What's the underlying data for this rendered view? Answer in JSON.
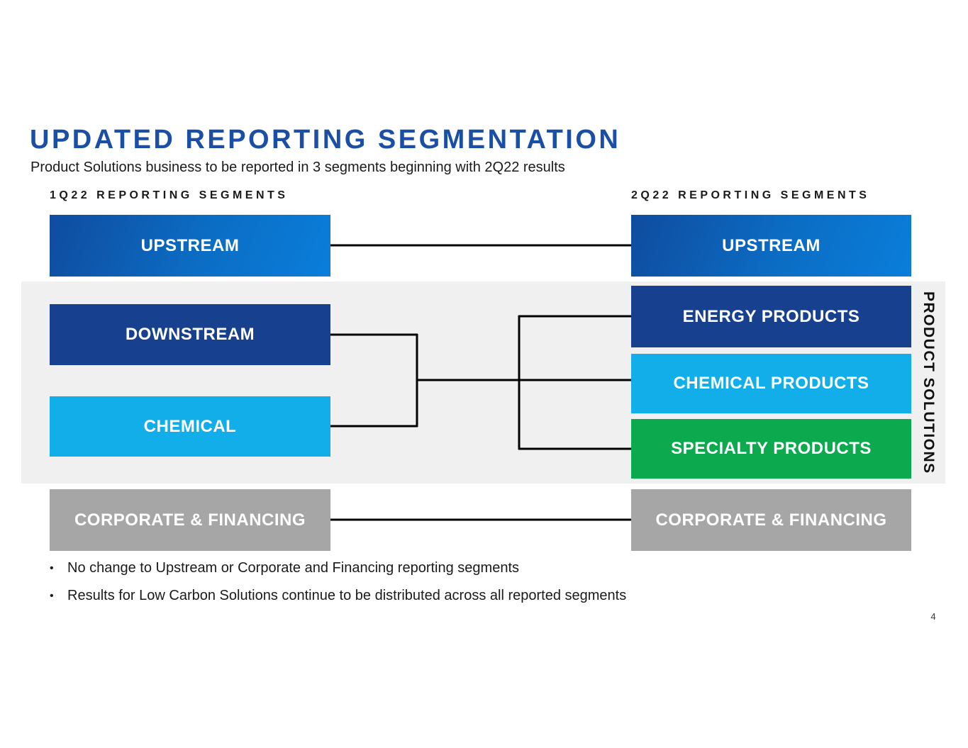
{
  "slide": {
    "title": "UPDATED REPORTING SEGMENTATION",
    "subtitle": "Product Solutions business to be reported in 3 segments beginning with 2Q22 results",
    "page_number": "4"
  },
  "columns": {
    "left": {
      "header": "1Q22 REPORTING SEGMENTS",
      "boxes": [
        {
          "label": "UPSTREAM",
          "color_style": "gradient-blue"
        },
        {
          "label": "DOWNSTREAM",
          "color_style": "navy"
        },
        {
          "label": "CHEMICAL",
          "color_style": "cyan"
        },
        {
          "label": "CORPORATE & FINANCING",
          "color_style": "gray"
        }
      ]
    },
    "right": {
      "header": "2Q22 REPORTING SEGMENTS",
      "boxes": [
        {
          "label": "UPSTREAM",
          "color_style": "gradient-blue"
        },
        {
          "label": "ENERGY PRODUCTS",
          "color_style": "navy"
        },
        {
          "label": "CHEMICAL PRODUCTS",
          "color_style": "cyan"
        },
        {
          "label": "SPECIALTY PRODUCTS",
          "color_style": "green"
        },
        {
          "label": "CORPORATE & FINANCING",
          "color_style": "gray"
        }
      ]
    }
  },
  "group_label": "PRODUCT SOLUTIONS",
  "bullets": {
    "marker": "•",
    "items": [
      "No change to Upstream or Corporate and Financing reporting segments",
      "Results for Low Carbon Solutions continue to be distributed across all reported segments"
    ]
  },
  "colors": {
    "title_blue": "#1b4fa5",
    "gradient_blue_start": "#0f4c9f",
    "gradient_blue_end": "#0a7edb",
    "navy": "#17418f",
    "cyan": "#12aee9",
    "green": "#0ca94e",
    "corporate_gray": "#a6a6a6",
    "band_gray": "#f0f0f1",
    "connector_black": "#000000"
  }
}
